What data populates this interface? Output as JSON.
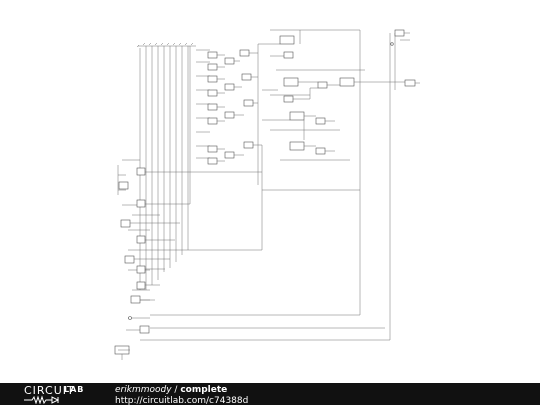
{
  "footer": {
    "logo_top": "CIRCUIT",
    "logo_bottom": "LAB",
    "author": "erikmmoody",
    "separator": "/",
    "title": "complete",
    "url": "http://circuitlab.com/c74388d"
  },
  "colors": {
    "footer_bg": "#111111",
    "wire": "#707070",
    "background": "#ffffff"
  }
}
